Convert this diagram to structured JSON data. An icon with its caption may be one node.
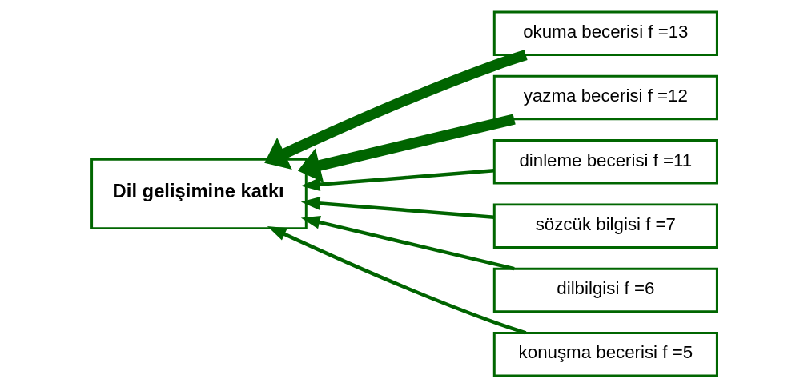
{
  "diagram": {
    "nodes": [
      {
        "text": [
          "Dil gelişimine katkı"
        ]
      },
      {
        "text": [
          "okuma becerisi f =13"
        ]
      },
      {
        "text": [
          "yazma becerisi f =12"
        ]
      },
      {
        "text": [
          "dinleme becerisi f =11"
        ]
      },
      {
        "text": [
          "sözcük bilgisi f =7"
        ]
      },
      {
        "text": [
          "dilbilgisi f =6"
        ]
      },
      {
        "text": [
          "konuşma becerisi f =5"
        ]
      }
    ],
    "edges": [
      {
        "from": 1,
        "to": 0,
        "arrow": "to",
        "style": "thick"
      },
      {
        "from": 2,
        "to": 0,
        "arrow": "to",
        "style": "thick"
      },
      {
        "from": 3,
        "to": 0,
        "arrow": "to"
      },
      {
        "from": 4,
        "to": 0,
        "arrow": "to"
      },
      {
        "from": 5,
        "to": 0,
        "arrow": "to"
      },
      {
        "from": 6,
        "to": 0,
        "arrow": "to"
      }
    ]
  }
}
